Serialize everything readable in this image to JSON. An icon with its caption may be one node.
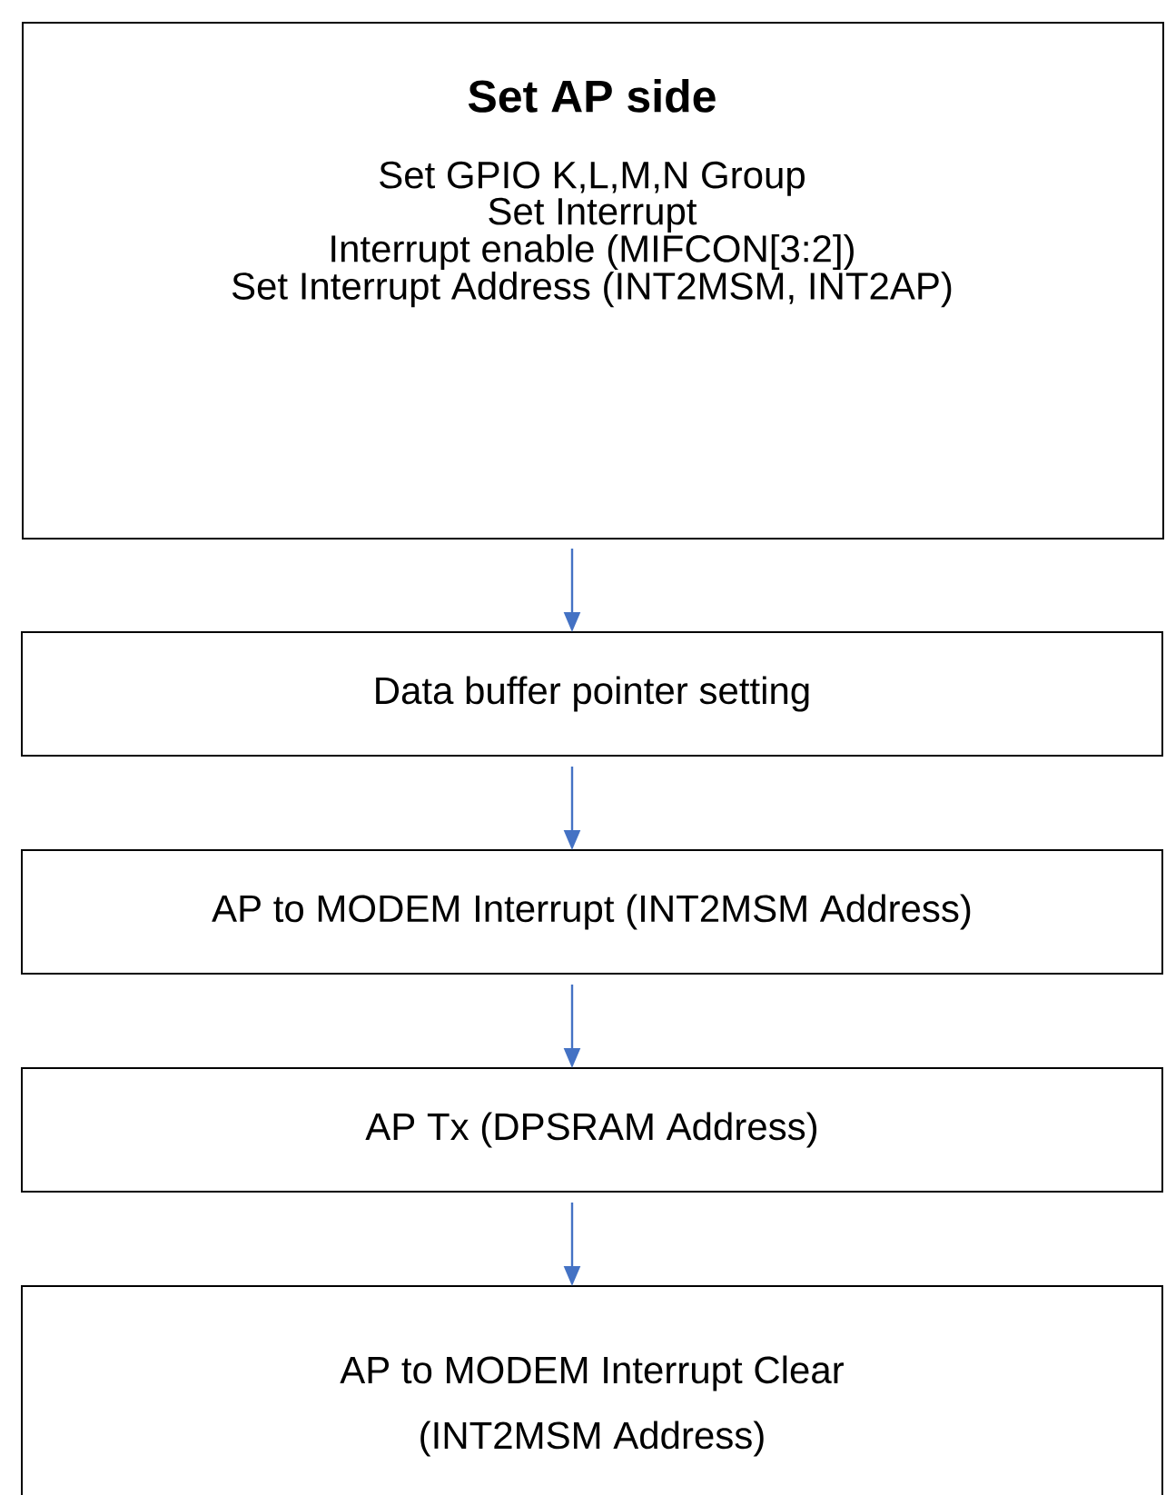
{
  "diagram": {
    "nodes": [
      {
        "text": [
          "Set AP side",
          "Set GPIO K,L,M,N Group",
          "Set Interrupt",
          "Interrupt enable (MIFCON[3:2])",
          "Set Interrupt Address (INT2MSM, INT2AP)"
        ]
      },
      {
        "text": [
          "Data buffer pointer setting"
        ]
      },
      {
        "text": [
          "AP to MODEM Interrupt (INT2MSM Address)"
        ]
      },
      {
        "text": [
          "AP Tx (DPSRAM Address)"
        ]
      },
      {
        "text": [
          "AP to MODEM Interrupt Clear (INT2MSM Address)"
        ]
      }
    ],
    "edges": [
      {
        "from": 0,
        "to": 1,
        "arrow": "to"
      },
      {
        "from": 1,
        "to": 2,
        "arrow": "to"
      },
      {
        "from": 2,
        "to": 3,
        "arrow": "to"
      },
      {
        "from": 3,
        "to": 4,
        "arrow": "to"
      }
    ]
  }
}
